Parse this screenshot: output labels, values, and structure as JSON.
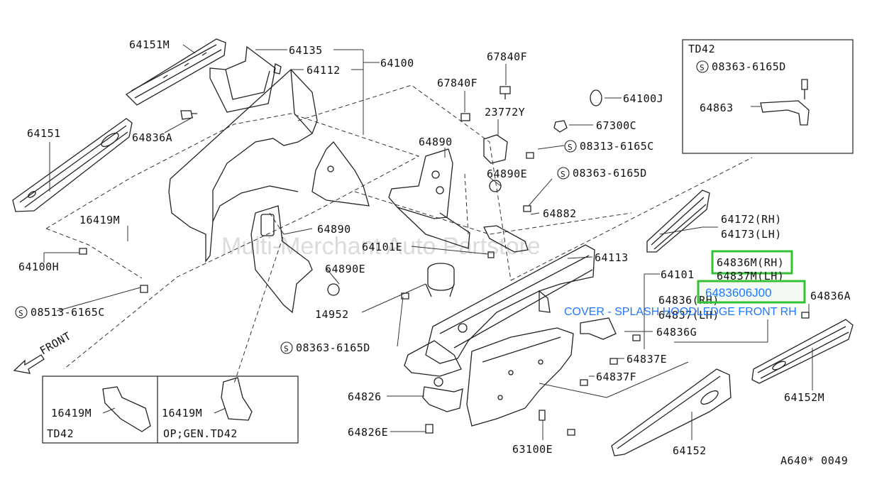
{
  "watermark": "Multi-Merchant Auto Partstore",
  "highlight": {
    "selected_part": "6483606J00",
    "description": "COVER - SPLASH HOODLEDGE FRONT RH",
    "color": "#35c135",
    "text_color": "#1e78ff"
  },
  "labels": {
    "p64151m": "64151M",
    "p64135": "64135",
    "p64100": "64100",
    "p64112": "64112",
    "p67840f_a": "67840F",
    "p67840f_b": "67840F",
    "p23772y": "23772Y",
    "p64100j": "64100J",
    "p67300c": "67300C",
    "p08313": "08313-6165C",
    "p64151": "64151",
    "p64836a_top": "64836A",
    "p64890": "64890",
    "p64890e_top": "64890E",
    "p08363_mid": "08363-6165D",
    "p64882": "64882",
    "p16419m": "16419M",
    "p64100h": "64100H",
    "p64890_mid": "64890",
    "p64101e": "64101E",
    "p64890e_mid": "64890E",
    "p64113": "64113",
    "p64101": "64101",
    "p64172": "64172(RH)",
    "p64173": "64173(LH)",
    "p64836m": "64836M(RH)",
    "p64837m": "64837M(LH)",
    "p64836_rh": "64836(RH)",
    "p64837_lh": "64837(LH)",
    "p64836a_right": "64836A",
    "p08513": "08513-6165C",
    "p14952": "14952",
    "p64836g": "64836G",
    "p08363_low": "08363-6165D",
    "p64837e": "64837E",
    "p64837f": "64837F",
    "p64152m": "64152M",
    "p64826": "64826",
    "p64826e": "64826E",
    "p63100e": "63100E",
    "p64152": "64152",
    "front": "FRONT",
    "ref_code": "A640* 0049"
  },
  "inset_td42": {
    "title": "TD42",
    "screw": "08363-6165D",
    "part": "64863"
  },
  "inset_bottom": {
    "left_part": "16419M",
    "left_tag": "TD42",
    "right_part": "16419M",
    "right_tag": "OP;GEN.TD42"
  }
}
